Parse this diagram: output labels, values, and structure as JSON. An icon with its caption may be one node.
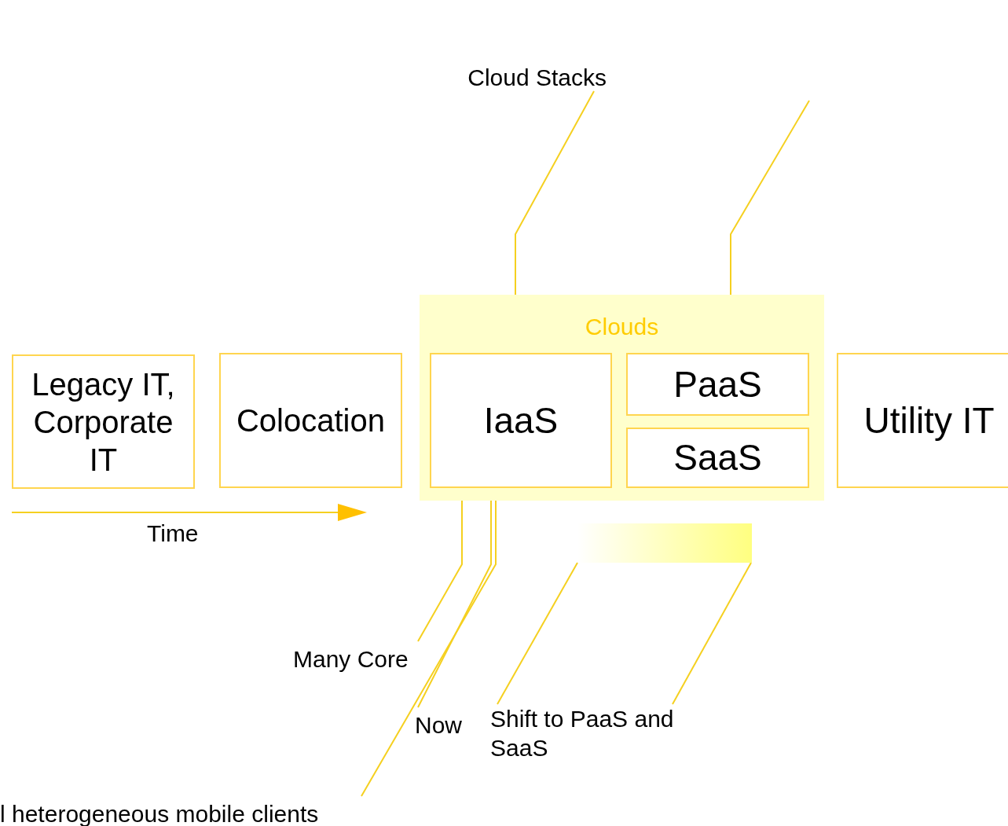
{
  "diagram": {
    "nodes": [
      {
        "text": [
          "Legacy IT, Corporate IT"
        ]
      },
      {
        "text": [
          "Colocation"
        ]
      },
      {
        "text": [
          "Clouds"
        ]
      },
      {
        "text": [
          "IaaS"
        ],
        "in": 2
      },
      {
        "text": [
          "PaaS"
        ],
        "in": 2
      },
      {
        "text": [
          "SaaS"
        ],
        "in": 2
      },
      {
        "text": [
          "Utility IT"
        ]
      },
      {
        "text": [
          "Cloud Stacks"
        ]
      },
      {
        "text": [
          "Many Core"
        ]
      },
      {
        "text": [
          "Now"
        ]
      },
      {
        "text": [
          "l heterogeneous mobile clients"
        ]
      },
      {
        "text": [
          "Shift to PaaS and SaaS"
        ]
      },
      {
        "text": [],
        "shape": "bar"
      }
    ],
    "edges": [
      {
        "from": 7,
        "to": 2,
        "arrow": "none"
      },
      {
        "from": null,
        "to": 2,
        "arrow": "none"
      },
      {
        "from": 8,
        "to": 2,
        "arrow": "none"
      },
      {
        "from": 9,
        "to": 2,
        "arrow": "none"
      },
      {
        "from": 10,
        "to": 2,
        "arrow": "none"
      },
      {
        "from": 11,
        "to": 12,
        "arrow": "none"
      },
      {
        "from": 11,
        "to": 12,
        "arrow": "none"
      }
    ],
    "labels": [
      "Time"
    ]
  }
}
